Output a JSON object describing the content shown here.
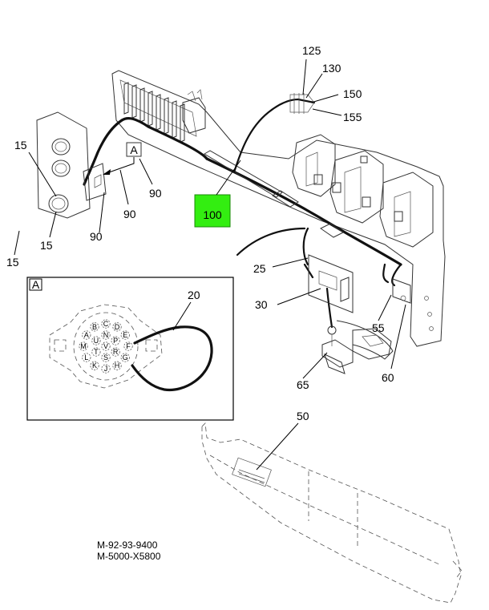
{
  "callouts": {
    "c125": "125",
    "c130": "130",
    "c150": "150",
    "c155": "155",
    "c15a": "15",
    "c15b": "15",
    "c15c": "15",
    "c90a": "90",
    "c90b": "90",
    "c90c": "90",
    "c100": "100",
    "c25": "25",
    "c30": "30",
    "c55": "55",
    "c60": "60",
    "c65": "65",
    "c20": "20",
    "c50": "50"
  },
  "view_label": "A",
  "detail": {
    "label": "A",
    "pin_letters": [
      "A",
      "B",
      "C",
      "D",
      "E",
      "F",
      "G",
      "H",
      "J",
      "K",
      "L",
      "M",
      "N",
      "P",
      "R",
      "S",
      "T",
      "U",
      "V"
    ]
  },
  "highlight_color": "#33ee11",
  "drawing_numbers": {
    "line1": "M-92-93-9400",
    "line2": "M-5000-X5800"
  }
}
